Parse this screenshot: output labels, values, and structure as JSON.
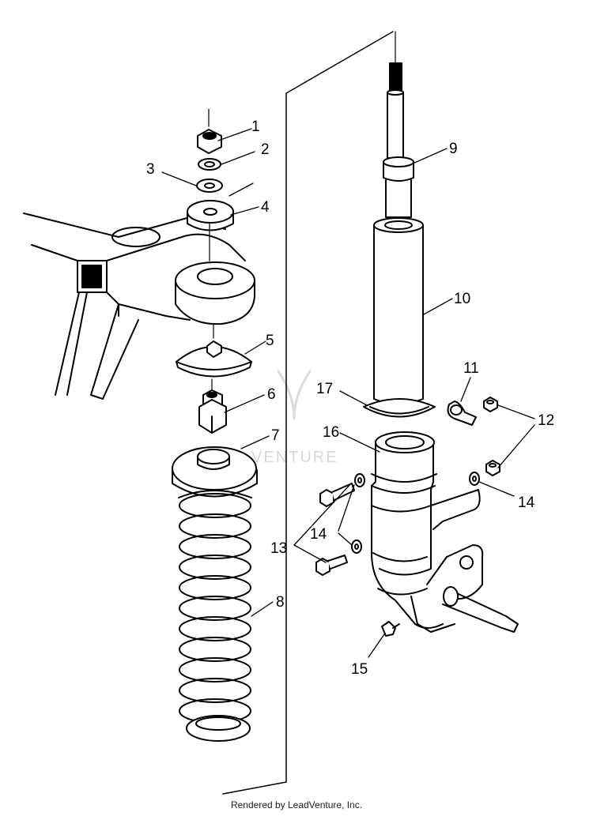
{
  "diagram": {
    "callouts": [
      "1",
      "2",
      "3",
      "4",
      "5",
      "6",
      "7",
      "8",
      "9",
      "10",
      "11",
      "12",
      "13",
      "14",
      "14",
      "15",
      "16",
      "17"
    ],
    "watermark": "VENTURE"
  },
  "footer": {
    "text": "Rendered by LeadVenture, Inc."
  }
}
